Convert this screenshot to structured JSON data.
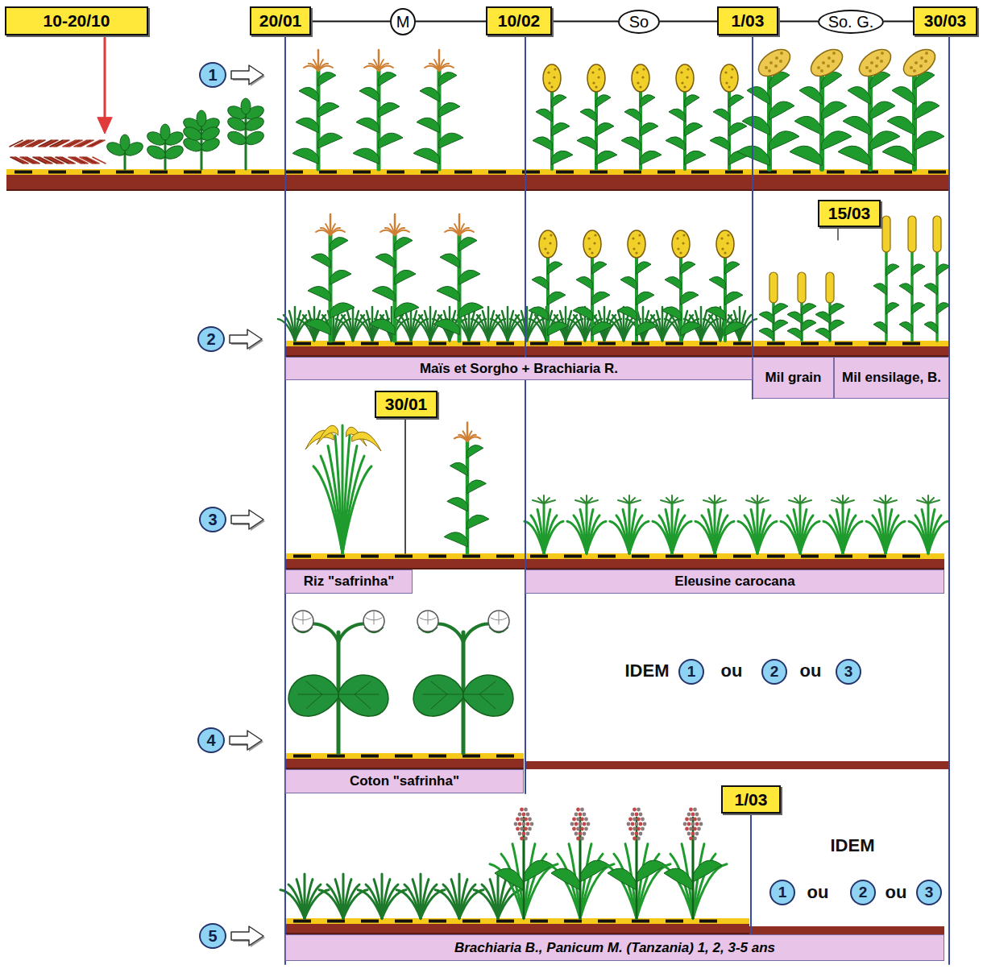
{
  "diagram": {
    "nodes": [
      {
        "text": [
          "10-20/10"
        ]
      },
      {
        "text": [
          "20/01"
        ]
      },
      {
        "text": [
          "M"
        ]
      },
      {
        "text": [
          "10/02"
        ]
      },
      {
        "text": [
          "So"
        ]
      },
      {
        "text": [
          "1/03"
        ]
      },
      {
        "text": [
          "So. G."
        ]
      },
      {
        "text": [
          "30/03"
        ]
      },
      {
        "text": [
          "1"
        ]
      },
      {
        "text": [
          "15/03"
        ]
      },
      {
        "text": [
          "2"
        ]
      },
      {
        "text": [
          "Maïs et Sorgho + Brachiaria R."
        ]
      },
      {
        "text": [
          "Mil grain"
        ]
      },
      {
        "text": [
          "Mil ensilage, B."
        ]
      },
      {
        "text": [
          "30/01"
        ]
      },
      {
        "text": [
          "3"
        ]
      },
      {
        "text": [
          "Riz \"safrinha\""
        ]
      },
      {
        "text": [
          "Eleusine carocana"
        ]
      },
      {
        "text": [
          "1"
        ]
      },
      {
        "text": [
          "2"
        ]
      },
      {
        "text": [
          "3"
        ]
      },
      {
        "text": [
          "4"
        ]
      },
      {
        "text": [
          "Coton \"safrinha\""
        ]
      },
      {
        "text": [
          "1/03"
        ]
      },
      {
        "text": [
          "1"
        ]
      },
      {
        "text": [
          "2"
        ]
      },
      {
        "text": [
          "3"
        ]
      },
      {
        "text": [
          "5"
        ]
      },
      {
        "text": [
          "Brachiaria B., Panicum M. (Tanzania) 1, 2, 3-5 ans"
        ]
      }
    ],
    "edges": [
      {
        "from": 1,
        "to": 2,
        "arrow": "none"
      },
      {
        "from": 2,
        "to": 3,
        "arrow": "none"
      },
      {
        "from": 3,
        "to": 4,
        "arrow": "none"
      },
      {
        "from": 4,
        "to": 5,
        "arrow": "none"
      },
      {
        "from": 5,
        "to": 6,
        "arrow": "none"
      },
      {
        "from": 6,
        "to": 7,
        "arrow": "none"
      }
    ],
    "labels": [
      "IDEM",
      "ou",
      "ou",
      "IDEM",
      "ou",
      "ou"
    ]
  }
}
